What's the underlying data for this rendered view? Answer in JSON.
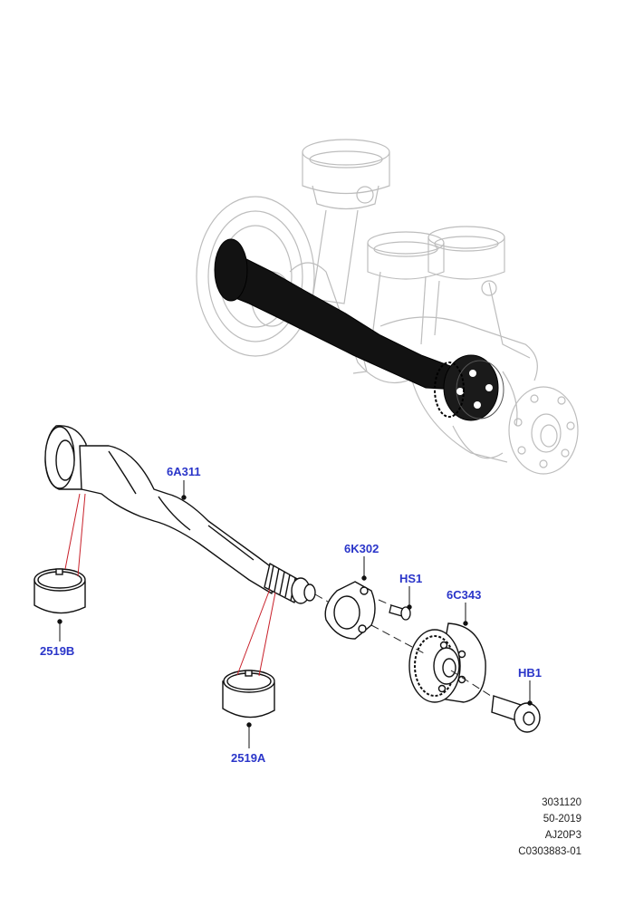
{
  "callouts": {
    "camshaft": "6A311",
    "bearing_front": "2519B",
    "bearing_rear": "2519A",
    "thrust_plate": "6K302",
    "thrust_plate_screw": "HS1",
    "sprocket": "6C343",
    "sprocket_bolt": "HB1"
  },
  "footer": {
    "line1": "3031120",
    "line2": "50-2019",
    "line3": "AJ20P3",
    "line4": "C0303883-01"
  },
  "colors": {
    "callout_text": "#2a35c9",
    "leader_red": "#c8202a",
    "line_dark": "#111111",
    "ghost_line": "#b8b8b8"
  }
}
